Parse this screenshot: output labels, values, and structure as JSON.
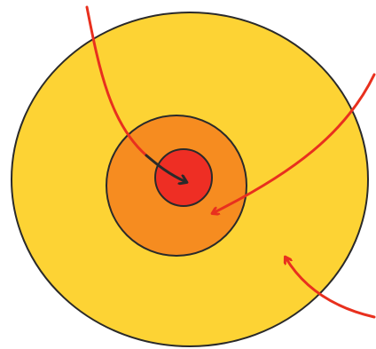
{
  "diagram": {
    "type": "concentric-circles",
    "rings": [
      {
        "name": "outer",
        "fill": "#FDD334",
        "stroke": "#2a2a2a"
      },
      {
        "name": "middle",
        "fill": "#F68C20",
        "stroke": "#2a2a2a"
      },
      {
        "name": "inner",
        "fill": "#EE2E24",
        "stroke": "#2a2a2a"
      }
    ],
    "arrow_color": "#E8301E",
    "center_arrow_color": "#2a2a2a",
    "arrows": [
      {
        "name": "arrow-to-inner",
        "target": "inner"
      },
      {
        "name": "arrow-to-middle",
        "target": "middle"
      },
      {
        "name": "arrow-to-outer",
        "target": "outer"
      }
    ]
  }
}
